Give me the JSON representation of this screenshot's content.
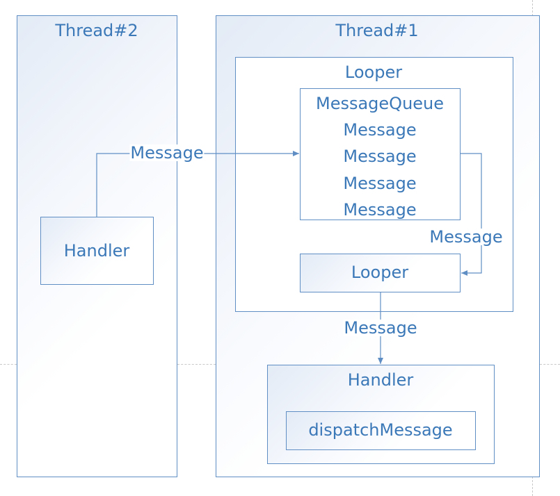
{
  "diagram": {
    "thread2": {
      "title": "Thread#2",
      "handler_label": "Handler"
    },
    "thread1": {
      "title": "Thread#1",
      "looper_title": "Looper",
      "queue_title": "MessageQueue",
      "queue_messages": [
        "Message",
        "Message",
        "Message",
        "Message"
      ],
      "inner_looper_label": "Looper",
      "handler_title": "Handler",
      "dispatch_label": "dispatchMessage"
    },
    "edges": {
      "handler_to_queue": "Message",
      "queue_to_looper": "Message",
      "looper_to_handler": "Message"
    },
    "colors": {
      "accent": "#3b78b8",
      "border": "#5f8ec4"
    }
  }
}
